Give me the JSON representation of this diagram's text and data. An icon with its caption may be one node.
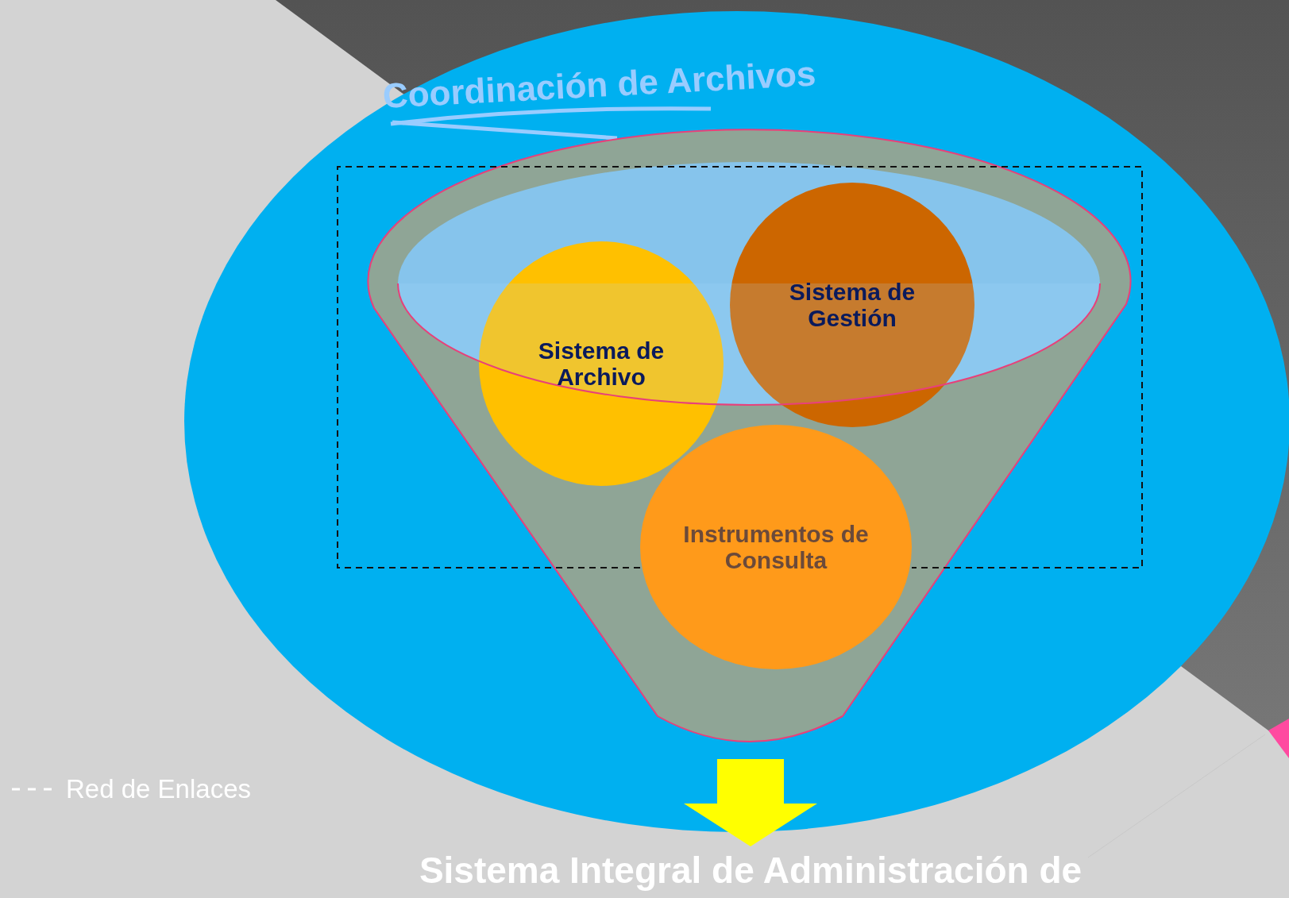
{
  "diagram": {
    "nodes": [
      {
        "text": [
          "Coordinación de Archivos"
        ]
      },
      {
        "text": [],
        "shape": "funnel",
        "in": 0
      },
      {
        "text": [
          "Sistema de Archivo"
        ],
        "in": 1
      },
      {
        "text": [
          "Sistema de Gestión"
        ],
        "in": 1
      },
      {
        "text": [
          "Instrumentos de Consulta"
        ],
        "in": 1
      },
      {
        "text": [
          "Sistema Integral de Administración de"
        ]
      }
    ],
    "edges": [
      {
        "from": 1,
        "to": 5,
        "arrow": "to",
        "style": "thick",
        "color": "#ffff00"
      }
    ],
    "legend": [
      {
        "text": "Red de Enlaces"
      }
    ]
  }
}
